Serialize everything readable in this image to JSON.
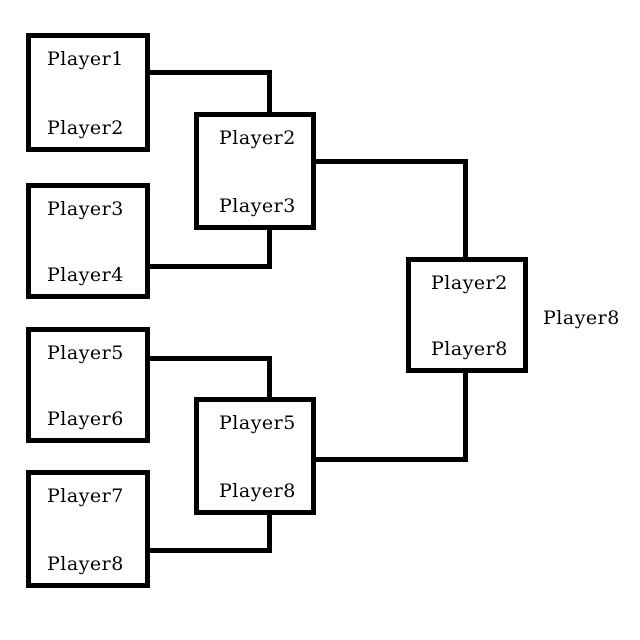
{
  "bracket": {
    "title": "single-elimination-tournament-bracket",
    "line_color": "#000000",
    "background_color": "#ffffff",
    "round1": [
      {
        "top": "Player1",
        "bottom": "Player2"
      },
      {
        "top": "Player3",
        "bottom": "Player4"
      },
      {
        "top": "Player5",
        "bottom": "Player6"
      },
      {
        "top": "Player7",
        "bottom": "Player8"
      }
    ],
    "round2": [
      {
        "top": "Player2",
        "bottom": "Player3"
      },
      {
        "top": "Player5",
        "bottom": "Player8"
      }
    ],
    "final": {
      "top": "Player2",
      "bottom": "Player8"
    },
    "winner": "Player8"
  }
}
